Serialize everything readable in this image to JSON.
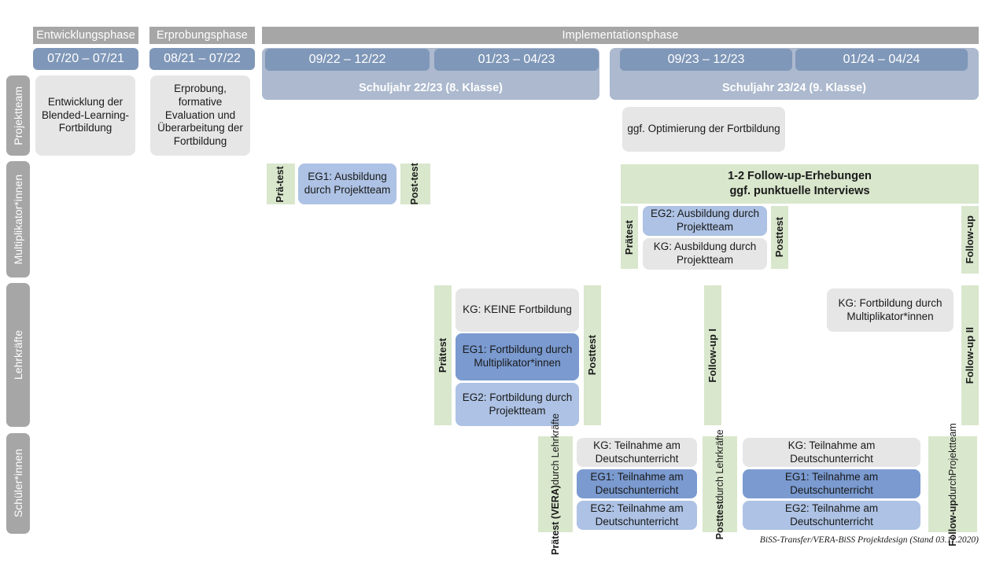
{
  "header": {
    "phases": [
      {
        "label": "Entwicklungsphase"
      },
      {
        "label": "Erprobungsphase"
      },
      {
        "label": "Implementationsphase"
      }
    ],
    "periods": [
      {
        "label": "07/20 – 07/21"
      },
      {
        "label": "08/21 – 07/22"
      },
      {
        "label": "09/22 – 12/22"
      },
      {
        "label": "01/23 – 04/23"
      },
      {
        "label": "09/23 – 12/23"
      },
      {
        "label": "01/24 – 04/24"
      }
    ],
    "school_years": [
      {
        "label": "Schuljahr 22/23 (8. Klasse)"
      },
      {
        "label": "Schuljahr 23/24 (9. Klasse)"
      }
    ]
  },
  "roles": [
    {
      "label": "Projektteam"
    },
    {
      "label": "Multiplikator*innen"
    },
    {
      "label": "Lehrkräfte"
    },
    {
      "label": "Schüler*innen"
    }
  ],
  "projektteam": {
    "entwicklung": "Entwicklung der Blended-Learning-Fortbildung",
    "erprobung": "Erprobung, formative Evaluation und Überarbeitung der Fortbildung",
    "optimierung": "ggf. Optimierung der Fortbildung"
  },
  "multiplikatoren": {
    "praetest_short_l1": "Prä-",
    "praetest_short_l2": "test",
    "posttest_short_l1": "Post-",
    "posttest_short_l2": "test",
    "eg1": "EG1: Ausbildung durch Projektteam",
    "followup_band_l1": "1-2 Follow-up-Erhebungen",
    "followup_band_l2": "ggf. punktuelle Interviews",
    "praetest": "Prätest",
    "posttest": "Posttest",
    "followup": "Follow-up",
    "eg2": "EG2: Ausbildung durch Projektteam",
    "kg": "KG: Ausbildung durch Projektteam"
  },
  "lehrkraefte": {
    "praetest": "Prätest",
    "posttest": "Posttest",
    "followup1": "Follow-up I",
    "followup2": "Follow-up II",
    "kg_keine": "KG:  KEINE Fortbildung",
    "eg1": "EG1: Fortbildung durch Multiplikator*innen",
    "eg2": "EG2: Fortbildung durch Projektteam",
    "kg_mult": "KG: Fortbildung durch Multiplikator*innen"
  },
  "schueler": {
    "praetest_bold": "Prätest (VERA)",
    "praetest_sub": "durch Lehrkräfte",
    "posttest_bold": "Posttest",
    "posttest_sub": "durch Lehrkräfte",
    "followup_bold": "Follow-up",
    "followup_sub1": "durch",
    "followup_sub2": "Projektteam",
    "kg": "KG: Teilnahme am Deutschunterricht",
    "eg1": "EG1: Teilnahme am Deutschunterricht",
    "eg2": "EG2: Teilnahme am Deutschunterricht"
  },
  "footer": {
    "caption": "BiSS-Transfer/VERA-BiSS Projektdesign (Stand 03.11.2020)"
  },
  "colors": {
    "gray_header": "#a6a6a6",
    "date_bar": "#7f97b8",
    "year_bar": "#acb9ce",
    "box_gray": "#e6e6e6",
    "blue_dark": "#7a9ad0",
    "blue_light": "#adc2e4",
    "green": "#d9e7cd"
  }
}
